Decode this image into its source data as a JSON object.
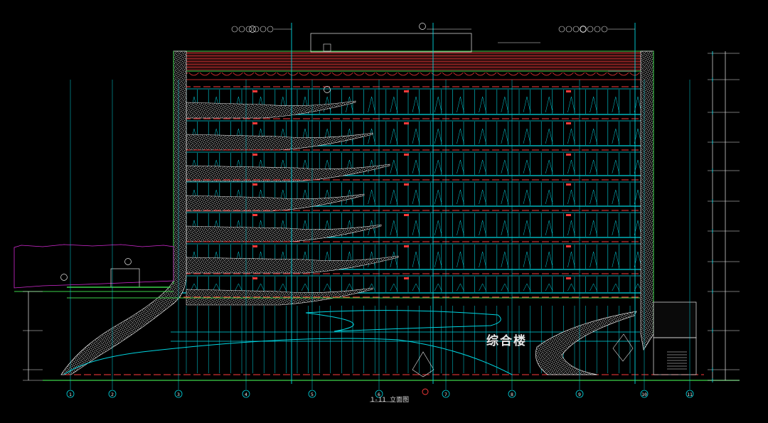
{
  "drawing": {
    "building_sign": "综合楼",
    "view_title": "1-11 立面图",
    "axis_labels": [
      "1",
      "2",
      "3",
      "4",
      "5",
      "6",
      "7",
      "8",
      "9",
      "10",
      "11"
    ],
    "colors": {
      "background": "#000000",
      "cyan": "#00d5e0",
      "red": "#ff3b3b",
      "green": "#3cd24a",
      "magenta": "#d22ad2",
      "white": "#e8e8e8",
      "hatch": "#c8c8c8"
    }
  }
}
